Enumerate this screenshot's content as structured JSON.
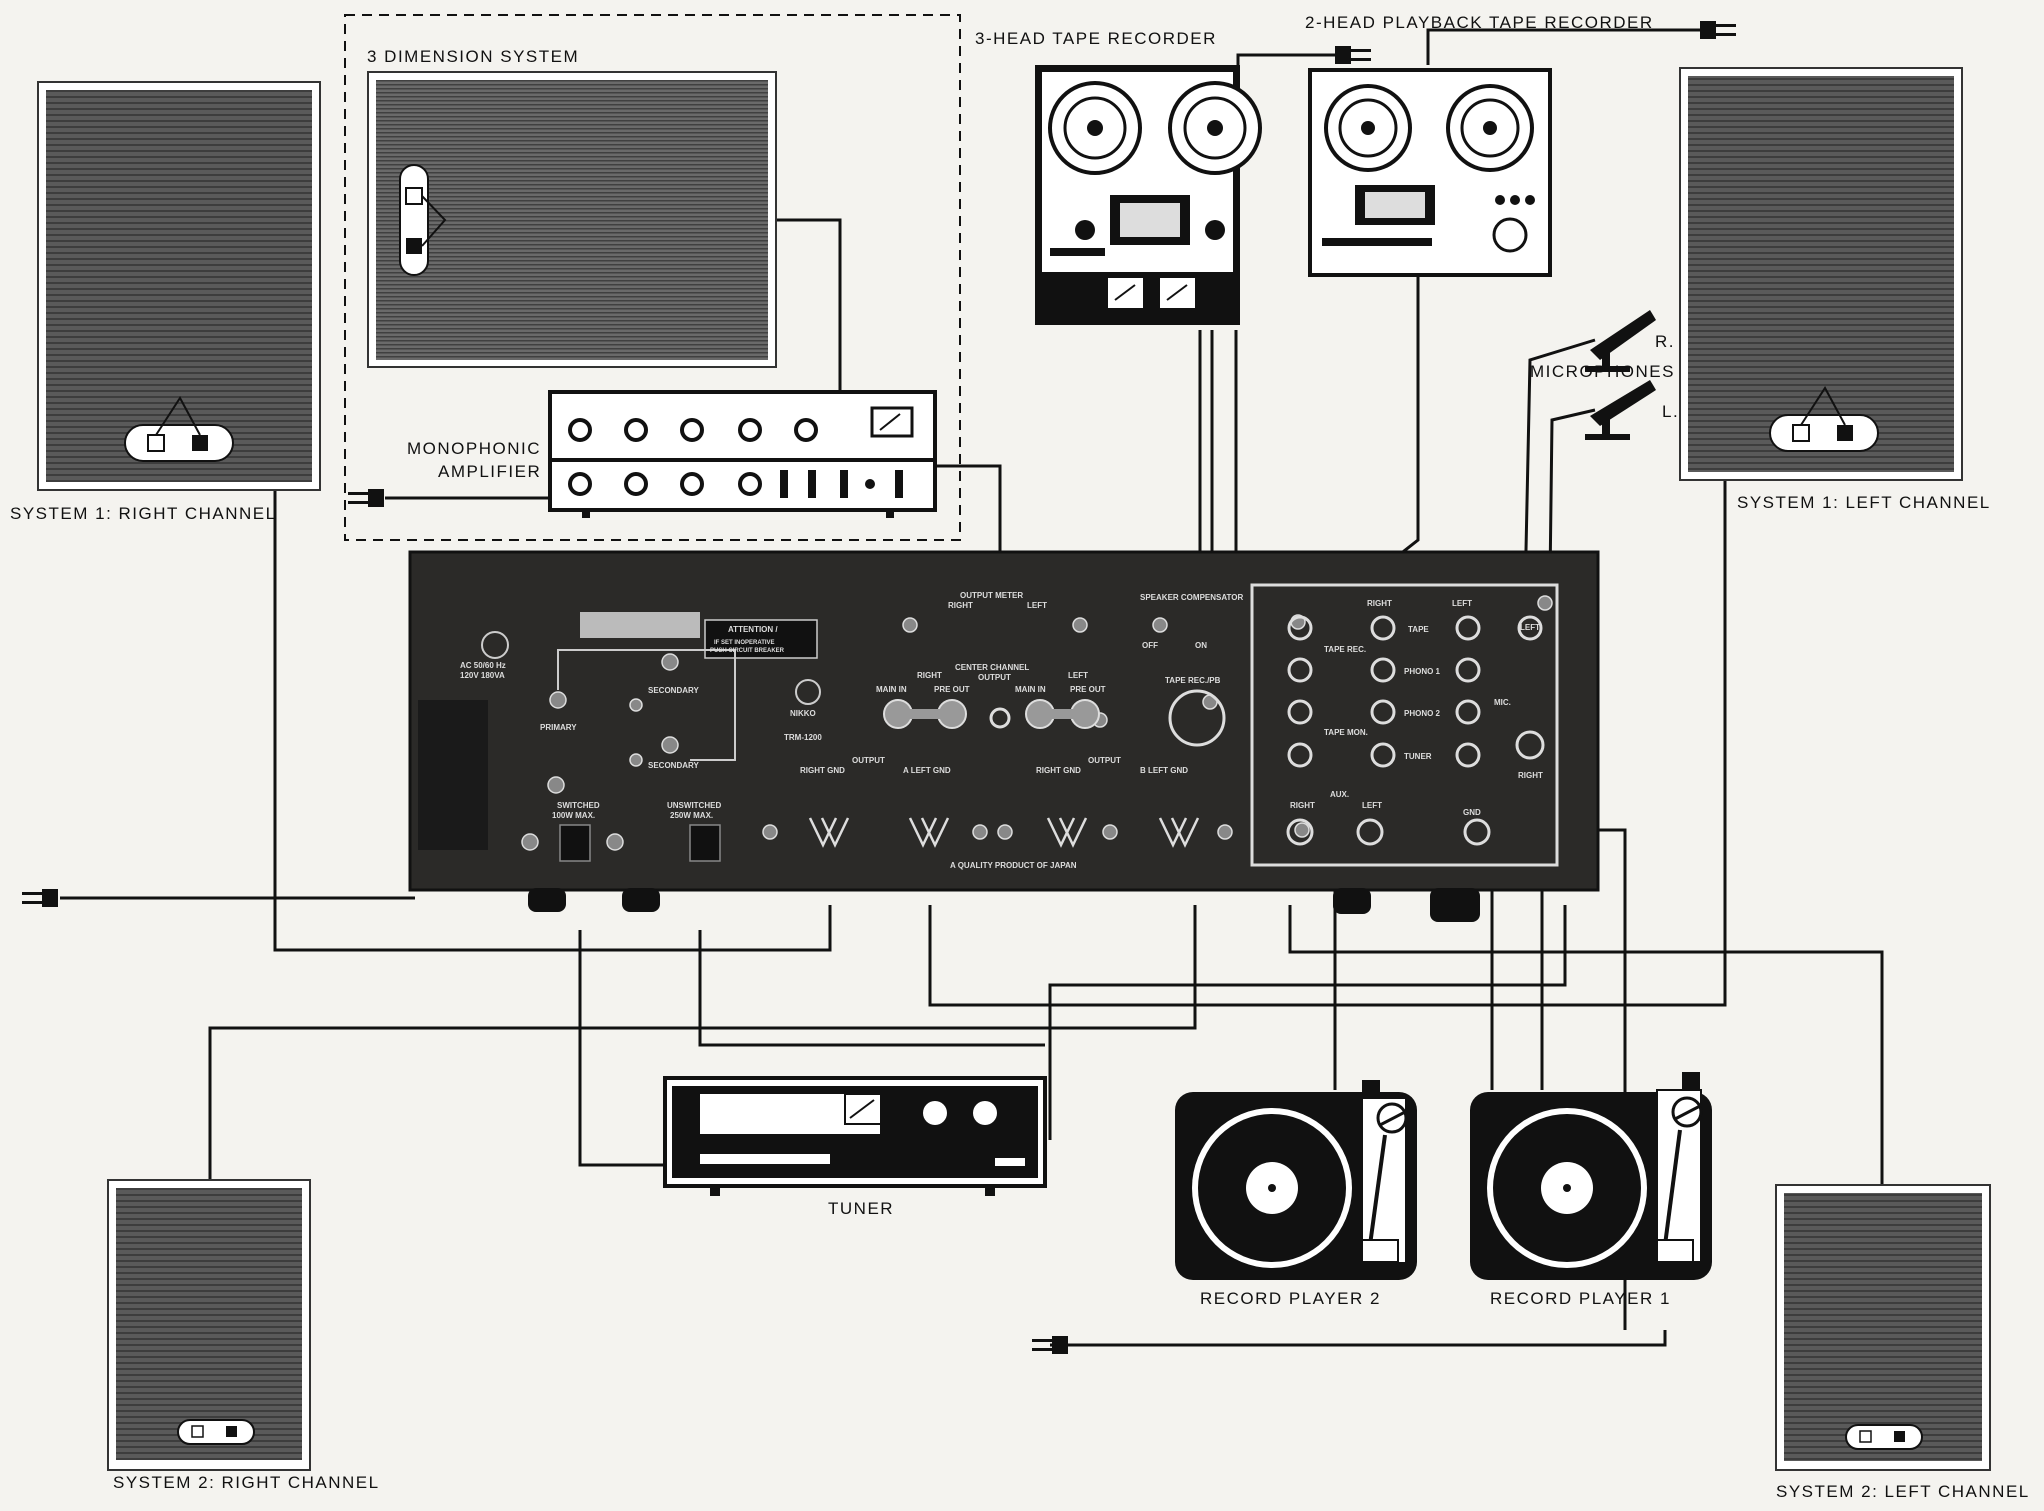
{
  "labels": {
    "three_dimension_system": "3 DIMENSION SYSTEM",
    "three_head_tape": "3-HEAD TAPE RECORDER",
    "two_head_tape": "2-HEAD PLAYBACK TAPE RECORDER",
    "microphones": "MICROPHONES",
    "mic_r": "R.",
    "mic_l": "L.",
    "system1_right": "SYSTEM 1: RIGHT CHANNEL",
    "system1_left": "SYSTEM 1: LEFT CHANNEL",
    "system2_right": "SYSTEM 2: RIGHT CHANNEL",
    "system2_left": "SYSTEM 2: LEFT CHANNEL",
    "mono_amp_1": "MONOPHONIC",
    "mono_amp_2": "AMPLIFIER",
    "tuner": "TUNER",
    "record_player_2": "RECORD PLAYER 2",
    "record_player_1": "RECORD PLAYER 1"
  },
  "panel": {
    "brand": "NIKKO",
    "model": "TRM-1200",
    "ac_rating_1": "AC 50/60 Hz",
    "ac_rating_2": "120V 180VA",
    "attention_1": "ATTENTION /",
    "attention_2": "IF SET INOPERATIVE",
    "attention_3": "PUSH CIRCUIT BREAKER",
    "primary": "PRIMARY",
    "secondary": "SECONDARY",
    "switched": "SWITCHED",
    "switched_max": "100W MAX.",
    "unswitched": "UNSWITCHED",
    "unswitched_max": "250W MAX.",
    "output_meter": "OUTPUT METER",
    "right": "RIGHT",
    "left": "LEFT",
    "speaker_compensator": "SPEAKER COMPENSATOR",
    "off": "OFF",
    "on": "ON",
    "center_channel": "CENTER CHANNEL",
    "output": "OUTPUT",
    "main_in": "MAIN IN",
    "pre_out": "PRE OUT",
    "tape_rec_pb": "TAPE REC./PB",
    "tape_rec": "TAPE REC.",
    "tape_mon": "TAPE MON.",
    "tape": "TAPE",
    "phono_1": "PHONO 1",
    "phono_2": "PHONO 2",
    "tuner": "TUNER",
    "aux": "AUX.",
    "mic": "MIC.",
    "gnd": "GND",
    "right_gnd": "RIGHT  GND",
    "a_left_gnd": "A  LEFT  GND",
    "b_left_gnd": "B  LEFT  GND",
    "quality": "A QUALITY PRODUCT OF JAPAN"
  },
  "colors": {
    "background": "#f4f3ef",
    "ink": "#111111",
    "speaker_grille": "#4e4e4e",
    "panel": "#2b2a28"
  }
}
